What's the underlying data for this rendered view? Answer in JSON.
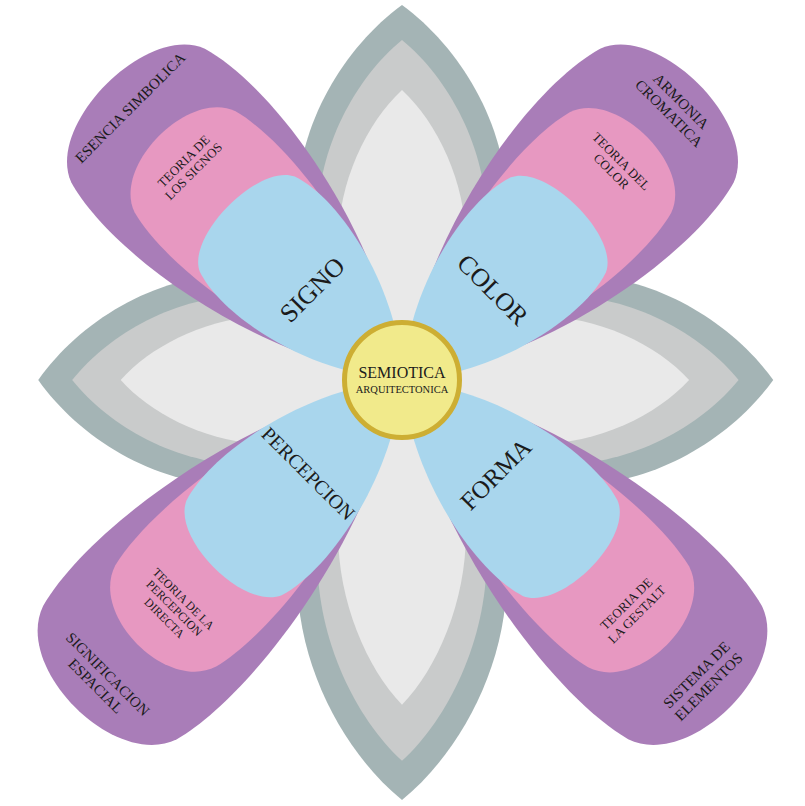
{
  "diagram": {
    "nodes": [
      {
        "text": [
          "SEMIOTICA",
          "ARQUITECTONICA"
        ]
      },
      {
        "text": [
          "ESENCIA SIMBOLICA"
        ]
      },
      {
        "text": [
          "TEORIA DE LOS SIGNOS"
        ],
        "in": 1
      },
      {
        "text": [
          "SIGNO"
        ],
        "in": 2
      },
      {
        "text": [
          "ARMONIA CROMATICA"
        ]
      },
      {
        "text": [
          "TEORIA DEL COLOR"
        ],
        "in": 4
      },
      {
        "text": [
          "COLOR"
        ],
        "in": 5
      },
      {
        "text": [
          "SIGNIFICACION ESPACIAL"
        ]
      },
      {
        "text": [
          "TEORIA DE LA PERCEPCION DIRECTA"
        ],
        "in": 7
      },
      {
        "text": [
          "PERCEPCION"
        ],
        "in": 8
      },
      {
        "text": [
          "SISTEMA DE ELEMENTOS"
        ]
      },
      {
        "text": [
          "TEORIA DE LA GESTALT"
        ],
        "in": 10
      },
      {
        "text": [
          "FORMA"
        ],
        "in": 11
      }
    ]
  }
}
